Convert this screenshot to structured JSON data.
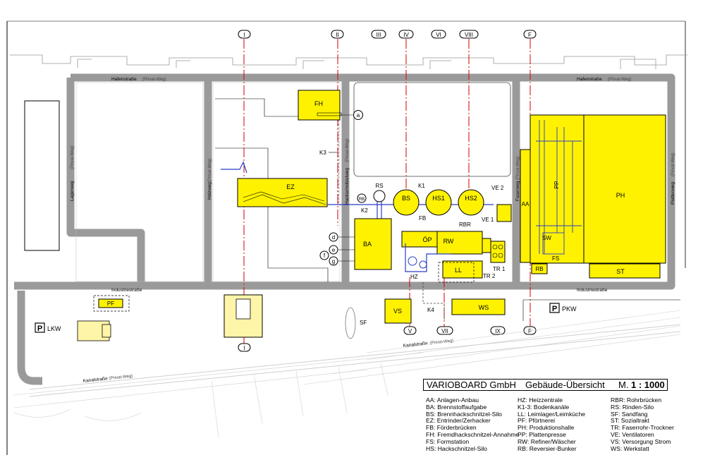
{
  "title": {
    "company": "VARIOBOARD GmbH",
    "subject": "Gebäude-Übersicht",
    "scale_prefix": "M.",
    "scale_value": "1 : 1000"
  },
  "grid_markers": {
    "top": [
      "I",
      "II",
      "III",
      "IV",
      "VI",
      "VIII",
      "F"
    ],
    "bottom": [
      "I",
      "V",
      "VII",
      "IX",
      "F"
    ]
  },
  "streets": {
    "hafen_left": "Hafenstraße",
    "hafen_left_note": "(Privat-Weg)",
    "hafen_right": "Hafenstraße",
    "hafen_right_note": "(Privat-Weg)",
    "industrie_left": "Industriestraße",
    "industrie_right": "Industriestraße",
    "lager": "Lagerweg",
    "lager_note": "(Privat-Weg)",
    "holz": "Holzweg",
    "holz_note": "(Privat-Weg)",
    "hack": "Hackschnitzelweg",
    "hack_note": "(Privat-Weg)",
    "faser": "Faserweg",
    "faser_note": "(Privat-Weg)",
    "platten": "Plattenweg",
    "platten_note": "(Privat-Weg)",
    "kanal_mid": "Kanalstraße",
    "kanal_mid_note": "(Privat-Weg)",
    "kanal_low": "Kanalstraße",
    "kanal_low_note": "(Privat-Weg)"
  },
  "buildings": {
    "FH": "FH",
    "EZ": "EZ",
    "RS": "RS",
    "BS": "BS",
    "HS1": "HS1",
    "HS2": "HS2",
    "BA": "BA",
    "OP": "ÖP",
    "RW": "RW",
    "LL": "LL",
    "VS": "VS",
    "WS": "WS",
    "PF": "PF",
    "AA": "AA",
    "PP": "PP",
    "SW": "SW",
    "FS": "FS",
    "RB": "RB",
    "ST": "ST",
    "PH": "PH",
    "SF": "SF"
  },
  "markers": {
    "K1": "K1",
    "K2": "K2",
    "K3": "K3",
    "K4": "K4",
    "FB": "FB",
    "RBR": "RBR",
    "HZ": "HZ",
    "TR1": "TR 1",
    "TR2": "TR 2",
    "VE1": "VE 1",
    "VE2": "VE 2",
    "RB_circ": "RB",
    "a": "a",
    "d": "d",
    "e": "e",
    "f": "f",
    "g": "g"
  },
  "parking": {
    "lkw_letter": "P",
    "lkw_label": "LKW",
    "pkw_letter": "P",
    "pkw_label": "PKW"
  },
  "legend": [
    [
      "AA: Anlagen-Anbau",
      "BA: Brennstoffaufgabe",
      "BS: Brennhackschnitzel-Silo",
      "EZ: Entrinder/Zerhacker",
      "FB: Förderbrücken",
      "FH: Fremdhackschnitzel-Annahme",
      "FS: Formstation",
      "HS: Hackschnitzel-Silo"
    ],
    [
      "HZ: Heizzentrale",
      "K1-3: Bodenkanäle",
      "LL: Leimlager/Leimküche",
      "PF: Pförtnerei",
      "PH: Produktionshalle",
      "PP: Plattenpresse",
      "RW: Refiner/Wäscher",
      "RB: Reversier-Bunker"
    ],
    [
      "RBR: Rohrbrücken",
      "RS: Rinden-Silo",
      "SF: Sandfang",
      "ST: Sozialtrakt",
      "TR: Faserrohr-Trockner",
      "VE: Ventilatoren",
      "VS: Versorgung Strom",
      "WS: Werkstatt"
    ]
  ]
}
